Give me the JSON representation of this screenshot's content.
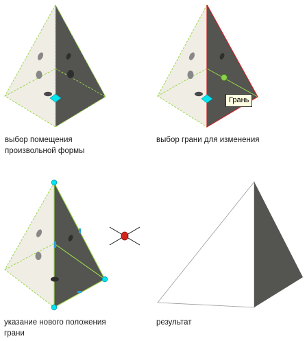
{
  "steps": [
    {
      "caption_lines": [
        "выбор помещения",
        "произвольной формы"
      ]
    },
    {
      "caption_lines": [
        "выбор грани для изменения"
      ],
      "tooltip": "Грань"
    },
    {
      "caption_lines": [
        "указание нового положения",
        "грани"
      ]
    },
    {
      "caption_lines": [
        "результат"
      ]
    }
  ],
  "colors": {
    "light_face": "#efede4",
    "dark_face": "#545450",
    "highlight_green": "#9ad84a",
    "selected_edge": "#c8252a",
    "grip": "#00e5ee",
    "cursor_marker": "#d4241e"
  }
}
